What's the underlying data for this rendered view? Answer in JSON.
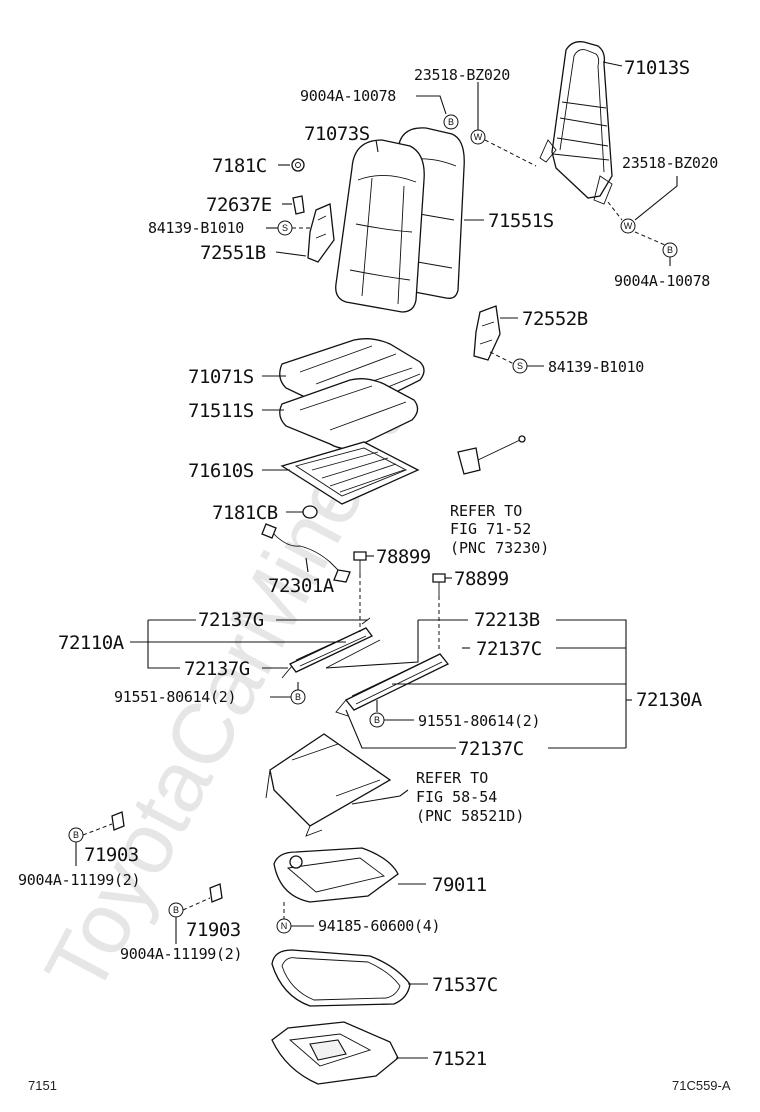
{
  "watermark": "ToyotaCarMine.ru",
  "footer": {
    "left": "7151",
    "right": "71C559-A"
  },
  "labels": {
    "p71013S": "71013S",
    "p23518_top": "23518-BZ020",
    "p9004A_10078_top": "9004A-10078",
    "p71073S": "71073S",
    "p7181C": "7181C",
    "p72637E": "72637E",
    "p84139_left": "84139-B1010",
    "p72551B": "72551B",
    "p71551S": "71551S",
    "p23518_right": "23518-BZ020",
    "p9004A_10078_right": "9004A-10078",
    "p72552B": "72552B",
    "p84139_right": "84139-B1010",
    "p71071S": "71071S",
    "p71511S": "71511S",
    "p71610S": "71610S",
    "p7181CB": "7181CB",
    "ref1_line1": "REFER TO",
    "ref1_line2": "FIG 71-52",
    "ref1_line3": "(PNC 73230)",
    "p72301A": "72301A",
    "p78899_a": "78899",
    "p78899_b": "78899",
    "p72137G_top": "72137G",
    "p72110A": "72110A",
    "p72137G_bottom": "72137G",
    "p91551_left": "91551-80614(2)",
    "p72213B": "72213B",
    "p72137C_top": "72137C",
    "p72130A": "72130A",
    "p91551_right": "91551-80614(2)",
    "p72137C_bottom": "72137C",
    "ref2_line1": "REFER TO",
    "ref2_line2": "FIG 58-54",
    "ref2_line3": "(PNC 58521D)",
    "p71903_a": "71903",
    "p9004A_11199_a": "9004A-11199(2)",
    "p71903_b": "71903",
    "p9004A_11199_b": "9004A-11199(2)",
    "p79011": "79011",
    "p94185": "94185-60600(4)",
    "p71537C": "71537C",
    "p71521": "71521"
  },
  "symbols": {
    "bolt": "B",
    "washer": "W",
    "screw": "S",
    "nut": "N"
  }
}
